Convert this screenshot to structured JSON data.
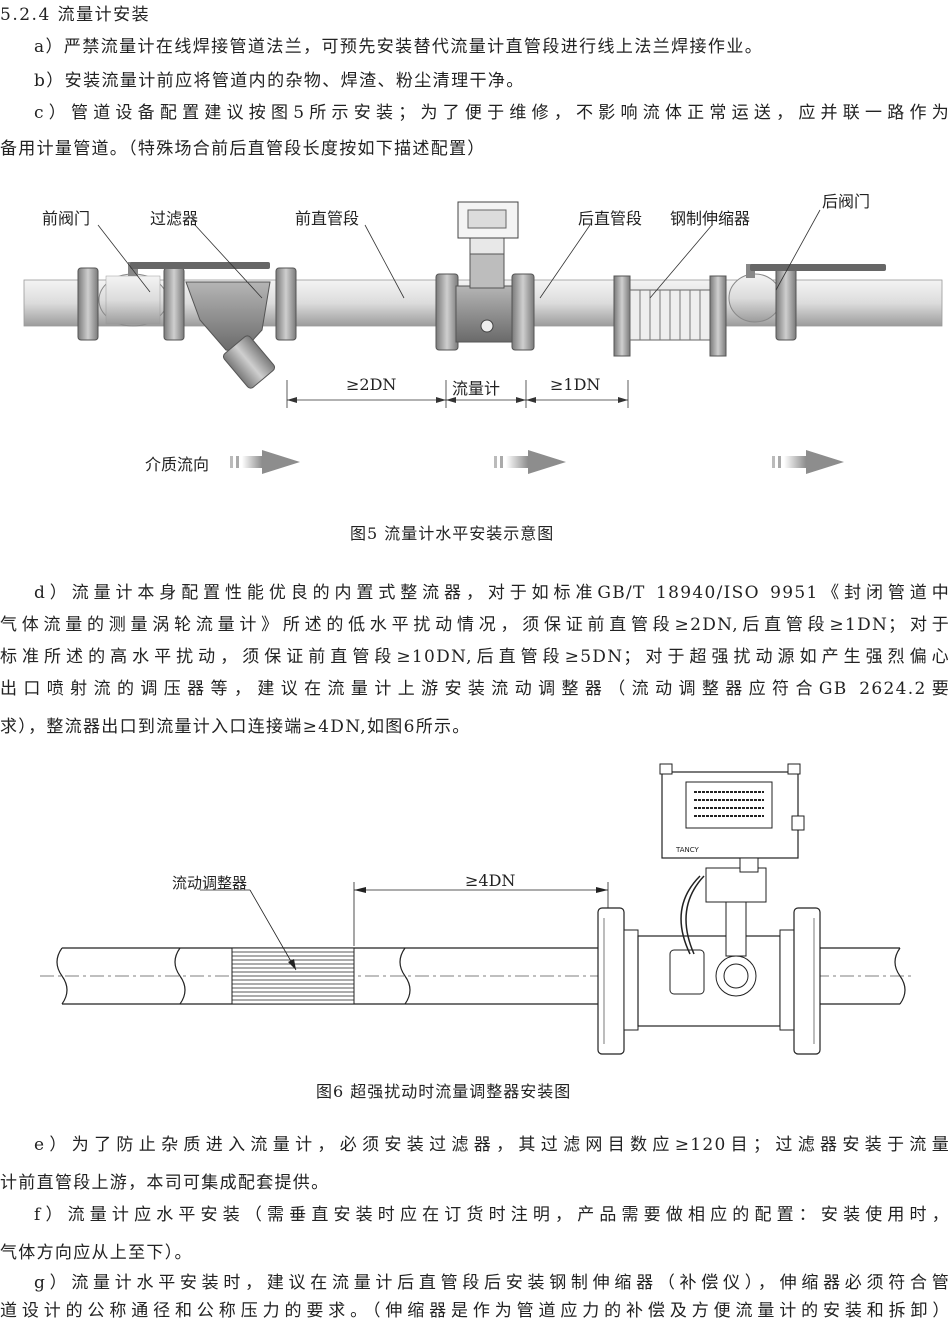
{
  "section": {
    "heading": "5.2.4 流量计安装"
  },
  "paragraphs": {
    "a": "a）严禁流量计在线焊接管道法兰，可预先安装替代流量计直管段进行线上法兰焊接作业。",
    "b": "b）安装流量计前应将管道内的杂物、焊渣、粉尘清理干净。",
    "c_l1": "c）管道设备配置建议按图5所示安装；为了便于维修，不影响流体正常运送，应并联一路作为",
    "c_l2": "备用计量管道。（特殊场合前后直管段长度按如下描述配置）",
    "d_l1": "d）流量计本身配置性能优良的内置式整流器，对于如标准GB/T 18940/ISO 9951《封闭管道中",
    "d_l2": "气体流量的测量涡轮流量计》所述的低水平扰动情况，须保证前直管段≥2DN,后直管段≥1DN；对于",
    "d_l3": "标准所述的高水平扰动，须保证前直管段≥10DN,后直管段≥5DN；对于超强扰动源如产生强烈偏心",
    "d_l4": "出口喷射流的调压器等，建议在流量计上游安装流动调整器（流动调整器应符合GB 2624.2要",
    "d_l5": "求），整流器出口到流量计入口连接端≥4DN,如图6所示。",
    "e_l1": "e）为了防止杂质进入流量计，必须安装过滤器，其过滤网目数应≥120目；过滤器安装于流量",
    "e_l2": "计前直管段上游，本司可集成配套提供。",
    "f_l1": "f）流量计应水平安装（需垂直安装时应在订货时注明，产品需要做相应的配置：安装使用时，",
    "f_l2": "气体方向应从上至下）。",
    "g_l1": "g）流量计水平安装时，建议在流量计后直管段后安装钢制伸缩器（补偿仪），伸缩器必须符合管",
    "g_l2": "道设计的公称通径和公称压力的要求。（伸缩器是作为管道应力的补偿及方便流量计的安装和拆卸）"
  },
  "figure5": {
    "labels": {
      "front_valve": "前阀门",
      "filter": "过滤器",
      "front_pipe": "前直管段",
      "rear_pipe": "后直管段",
      "expander": "钢制伸缩器",
      "rear_valve": "后阀门",
      "dim_front": "≥2DN",
      "dim_meter": "流量计",
      "dim_rear": "≥1DN",
      "flow_direction": "介质流向"
    },
    "caption": "图5 流量计水平安装示意图"
  },
  "figure6": {
    "labels": {
      "conditioner": "流动调整器",
      "dim": "≥4DN",
      "meter_brand": "TANCY"
    },
    "caption": "图6 超强扰动时流量调整器安装图"
  }
}
